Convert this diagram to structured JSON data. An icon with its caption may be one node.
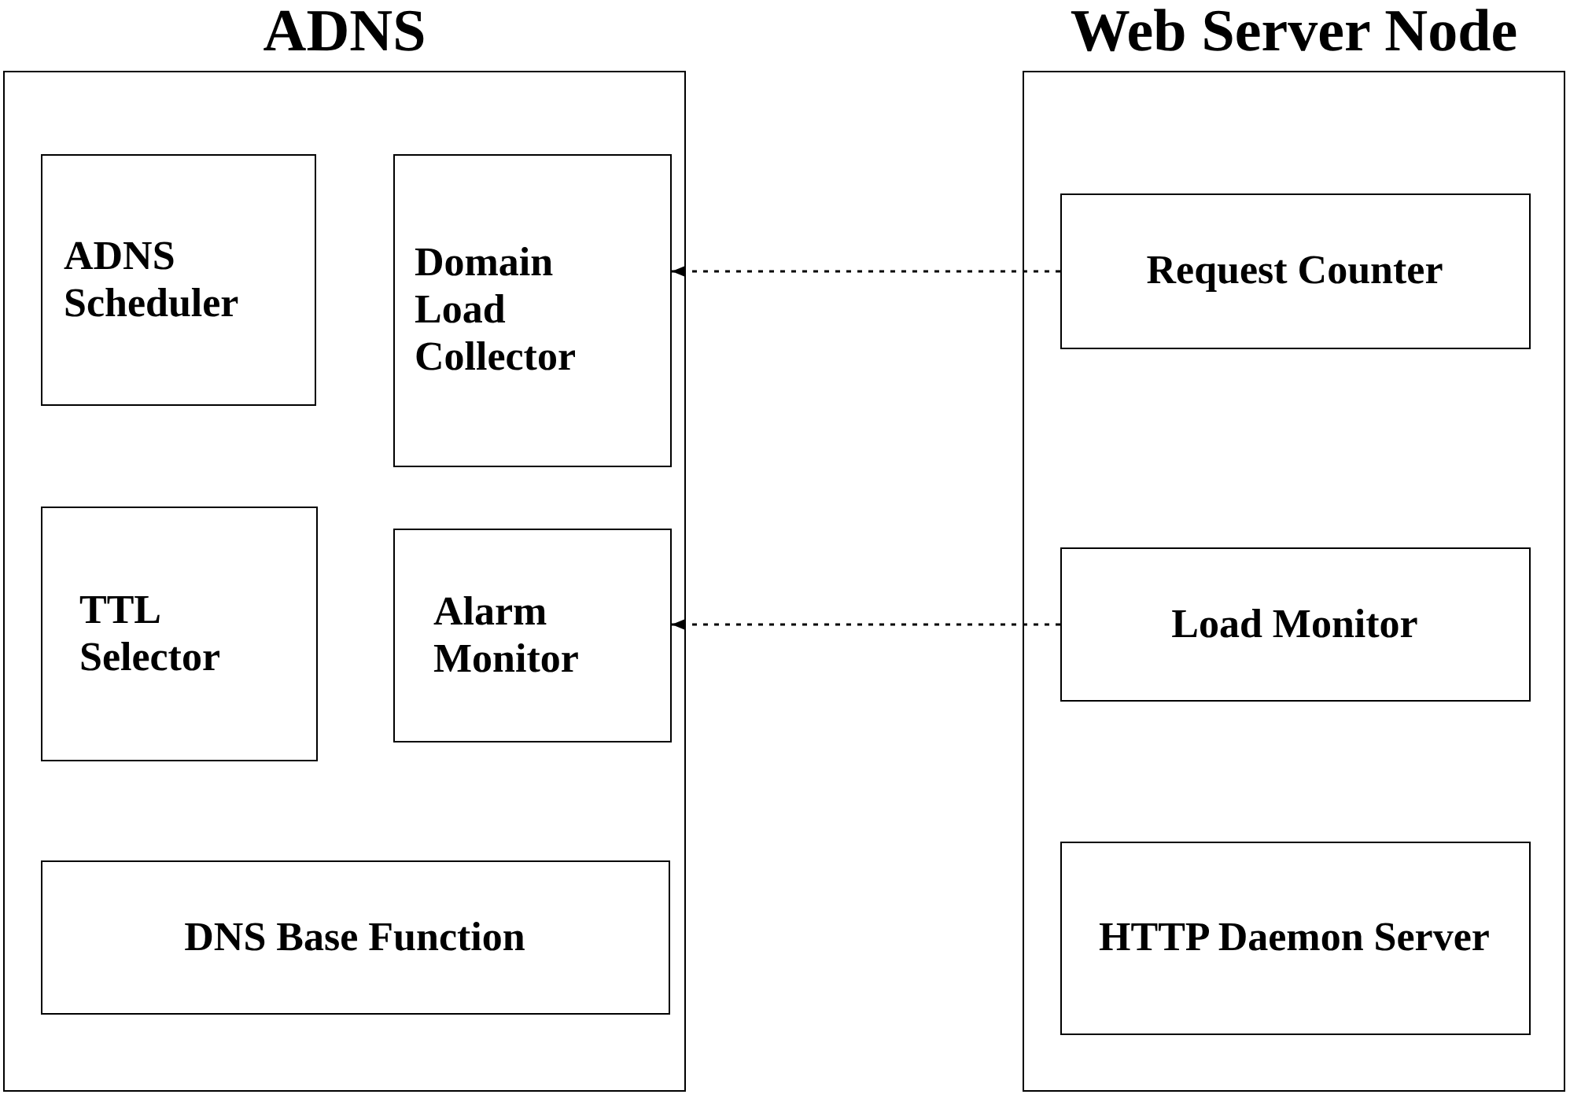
{
  "diagram": {
    "nodes": [
      {
        "text": [
          "ADNS"
        ]
      },
      {
        "text": [
          "ADNS Scheduler"
        ],
        "in": 0
      },
      {
        "text": [
          "Domain Load Collector"
        ],
        "in": 0
      },
      {
        "text": [
          "TTL Selector"
        ],
        "in": 0
      },
      {
        "text": [
          "Alarm Monitor"
        ],
        "in": 0
      },
      {
        "text": [
          "DNS Base Function"
        ],
        "in": 0
      },
      {
        "text": [
          "Web Server Node"
        ]
      },
      {
        "text": [
          "Request Counter"
        ],
        "in": 6
      },
      {
        "text": [
          "Load Monitor"
        ],
        "in": 6
      },
      {
        "text": [
          "HTTP Daemon Server"
        ],
        "in": 6
      }
    ],
    "edges": [
      {
        "from": 7,
        "to": 2,
        "arrow": "to",
        "style": "dashed"
      },
      {
        "from": 8,
        "to": 4,
        "arrow": "to",
        "style": "dashed"
      }
    ]
  }
}
